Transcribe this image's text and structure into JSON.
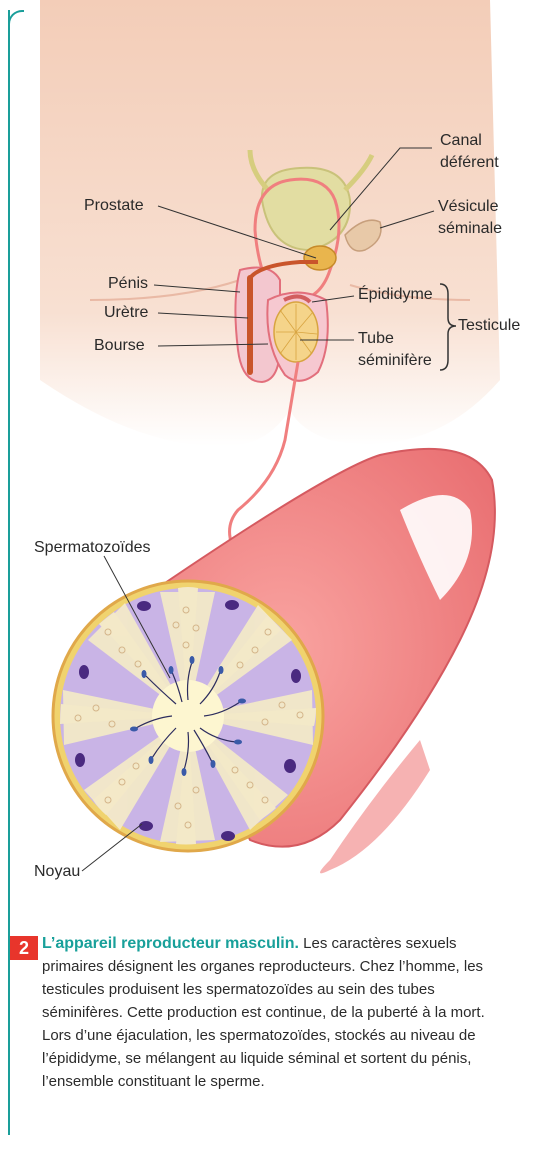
{
  "labels": {
    "canal_deferent": [
      "Canal",
      "déférent"
    ],
    "prostate": "Prostate",
    "vesicule_seminale": [
      "Vésicule",
      "séminale"
    ],
    "penis": "Pénis",
    "uretre": "Urètre",
    "bourse": "Bourse",
    "epididyme": "Épididyme",
    "tube_seminifere": [
      "Tube",
      "séminifère"
    ],
    "testicule": "Testicule",
    "spermatozoides": "Spermatozoïdes",
    "noyau": "Noyau"
  },
  "caption": {
    "number": "2",
    "title": "L’appareil reproducteur masculin.",
    "body": "Les caractères sexuels primaires désignent les organes reproducteurs. Chez l’homme, les testicules produisent les spermatozoïdes au sein des tubes séminifères. Cette production est continue, de la puberté à la mort. Lors d’une éjaculation, les spermatozoïdes, stockés au niveau de l’épididyme, se mélangent au liquide séminal et sortent du pénis, l’ensemble constituant le sperme."
  },
  "colors": {
    "accent": "#1a9e9a",
    "badge": "#e8352b",
    "skin": "#f6d6c4",
    "tube": "#f07f7f",
    "lumen": "#fdf6d0",
    "cell_purple": "#c9b4e6",
    "nucleus": "#4a2a80"
  }
}
